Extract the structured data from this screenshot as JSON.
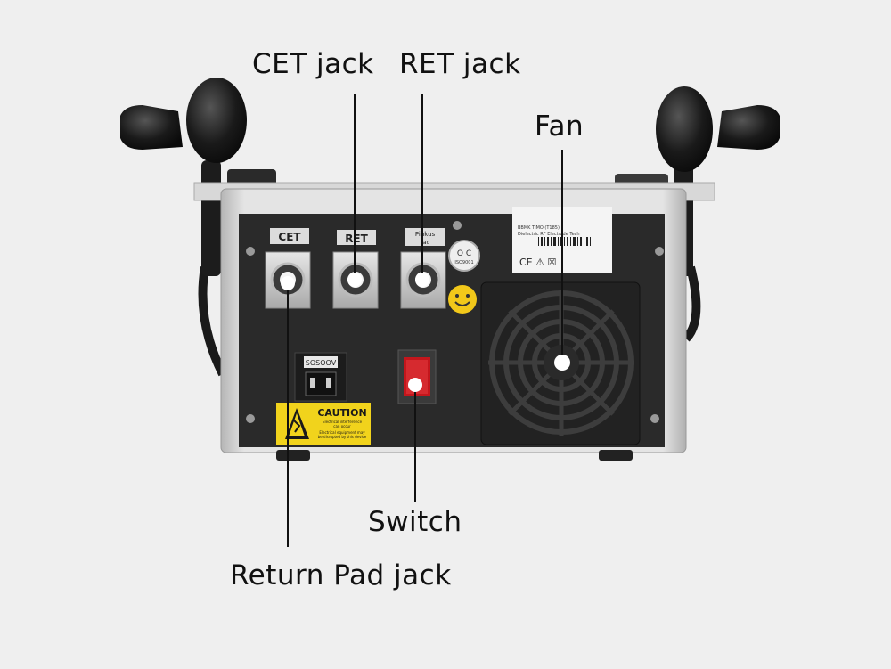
{
  "callouts": {
    "cet_jack": "CET jack",
    "ret_jack": "RET jack",
    "fan": "Fan",
    "switch": "Switch",
    "return_pad_jack": "Return Pad jack"
  },
  "panel_labels": {
    "cet": "CET",
    "ret": "RET",
    "pad_top": "Pinkus",
    "pad_bottom": "Pad",
    "oc_top": "O C",
    "oc_bottom": "ISO9001",
    "power_inlet": "SOSOOV",
    "caution_title": "CAUTION",
    "caution_line1": "Electrical interference",
    "caution_line2": "can occur",
    "caution_line3": "Electrical equipment may",
    "caution_line4": "be disrupted by this device",
    "spec_line1": "BBMK TIMO (T185)",
    "spec_line2": "Dielectric RF Electrode Tech",
    "spec_marks": "CE  ⚠  ☒"
  },
  "colors": {
    "background": "#efefef",
    "panel": "#2a2a2a",
    "frame": "#c9c9c9",
    "caution": "#f1d31c",
    "switch": "#c4161c",
    "callout_line": "#111111"
  }
}
